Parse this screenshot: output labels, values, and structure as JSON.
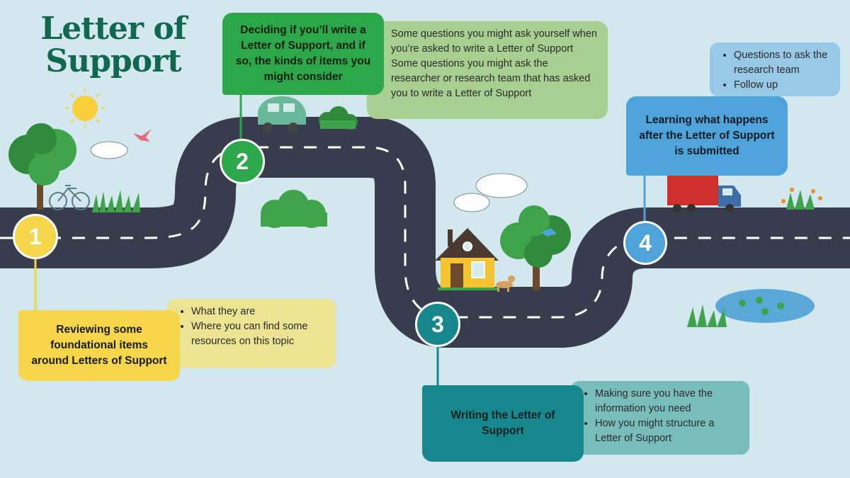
{
  "title": {
    "line1": "Letter of",
    "line2": "Support"
  },
  "steps": [
    {
      "number": "1",
      "label": "Reviewing some foundational items around Letters of Support",
      "color": "#f5d54a",
      "bullets": [
        "What they are",
        "Where you can find some resources on this topic"
      ]
    },
    {
      "number": "2",
      "label": "Deciding if you’ll write a Letter of Support, and if so, the kinds of items you might consider",
      "color": "#2ca74a",
      "bullets": [
        "Some questions you might ask yourself when you’re asked to write a Letter of Support",
        "Some questions you might ask the researcher or research team that has asked you to write a Letter of Support"
      ]
    },
    {
      "number": "3",
      "label": "Writing the Letter of Support",
      "color": "#16888d",
      "bullets": [
        "Making sure you have the information you need",
        "How you might structure a Letter of Support"
      ]
    },
    {
      "number": "4",
      "label": "Learning what happens after the Letter of Support is submitted",
      "color": "#4ea4da",
      "bullets": [
        "Questions to ask the research team",
        "Follow up"
      ]
    }
  ],
  "colors": {
    "background": "#d3e8ee",
    "road": "#373d4c",
    "title": "#10684f"
  }
}
